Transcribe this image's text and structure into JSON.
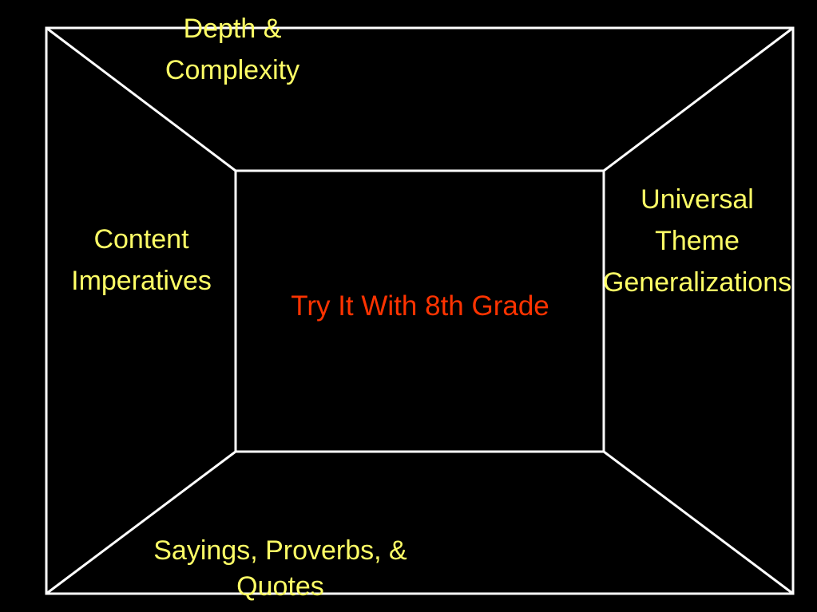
{
  "colors": {
    "background": "#000000",
    "lines": "#ffffff",
    "label_text": "#ffff66",
    "center_text": "#ff3300"
  },
  "labels": {
    "top": [
      "Depth &",
      "Complexity"
    ],
    "left": [
      "Content",
      "Imperatives"
    ],
    "right": [
      "Universal",
      "Theme",
      "Generalizations"
    ],
    "bottom": [
      "Sayings, Proverbs, &",
      "Quotes"
    ]
  },
  "center_title": "Try It With 8th Grade"
}
